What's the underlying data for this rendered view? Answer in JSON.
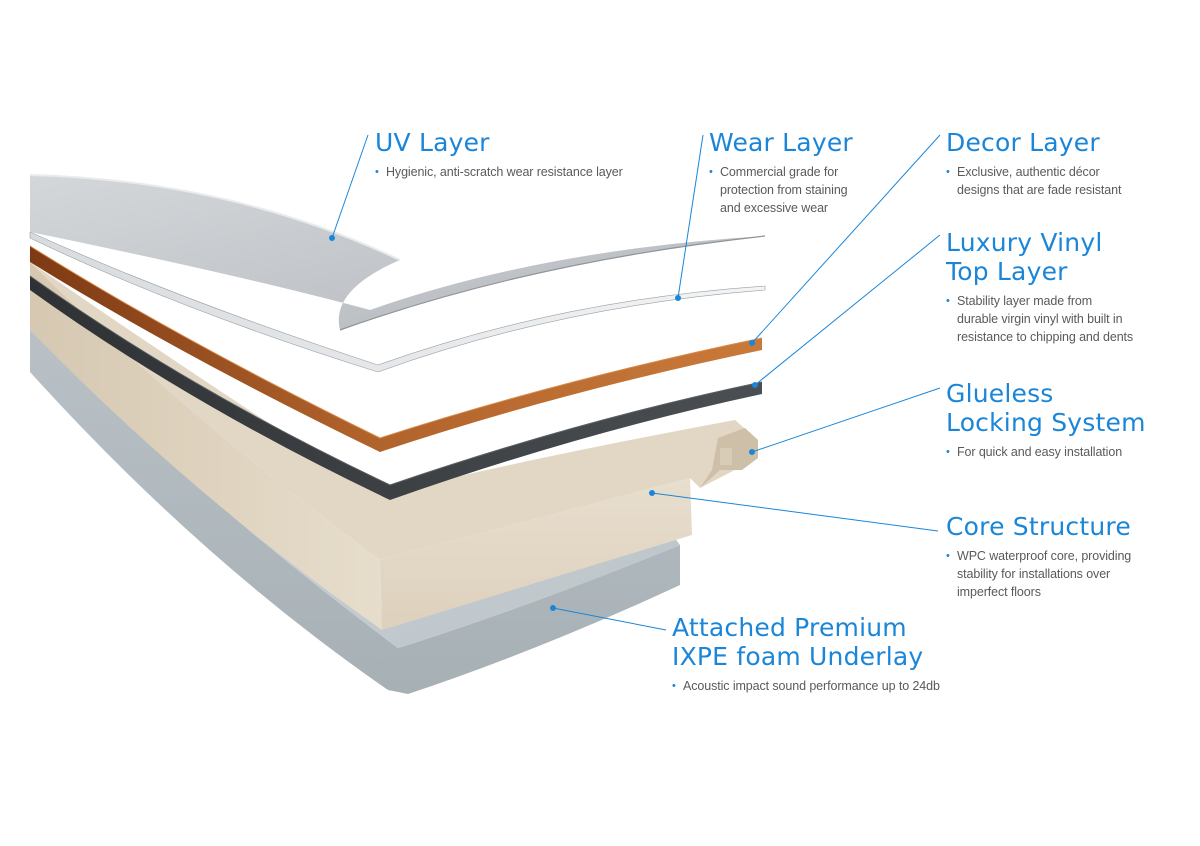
{
  "labels": {
    "uv": {
      "title": [
        "UV Layer"
      ],
      "desc": [
        "Hygienic, anti-scratch wear resistance layer"
      ]
    },
    "wear": {
      "title": [
        "Wear Layer"
      ],
      "desc": [
        "Commercial grade for",
        "protection from staining",
        "and excessive wear"
      ]
    },
    "decor": {
      "title": [
        "Decor Layer"
      ],
      "desc": [
        "Exclusive, authentic décor",
        "designs that are fade resistant"
      ]
    },
    "vinyl": {
      "title": [
        "Luxury Vinyl",
        "Top Layer"
      ],
      "desc": [
        "Stability layer made from",
        "durable virgin vinyl with built in",
        "resistance to chipping and dents"
      ]
    },
    "locking": {
      "title": [
        "Glueless",
        "Locking System"
      ],
      "desc": [
        "For quick and easy installation"
      ]
    },
    "core": {
      "title": [
        "Core Structure"
      ],
      "desc": [
        "WPC waterproof core, providing",
        "stability for installations over",
        "imperfect floors"
      ]
    },
    "underlay": {
      "title": [
        "Attached Premium",
        "IXPE foam Underlay"
      ],
      "desc": [
        "Acoustic impact sound performance up to 24db"
      ]
    }
  },
  "colors": {
    "accent": "#1b86d8",
    "uv_layer": "#c9cdd0",
    "wear_layer": "#e4e6e8",
    "decor_layer": "#a55423",
    "vinyl_layer": "#3f4346",
    "core_layer": "#d8cbb6",
    "underlay": "#b7bfc4"
  }
}
